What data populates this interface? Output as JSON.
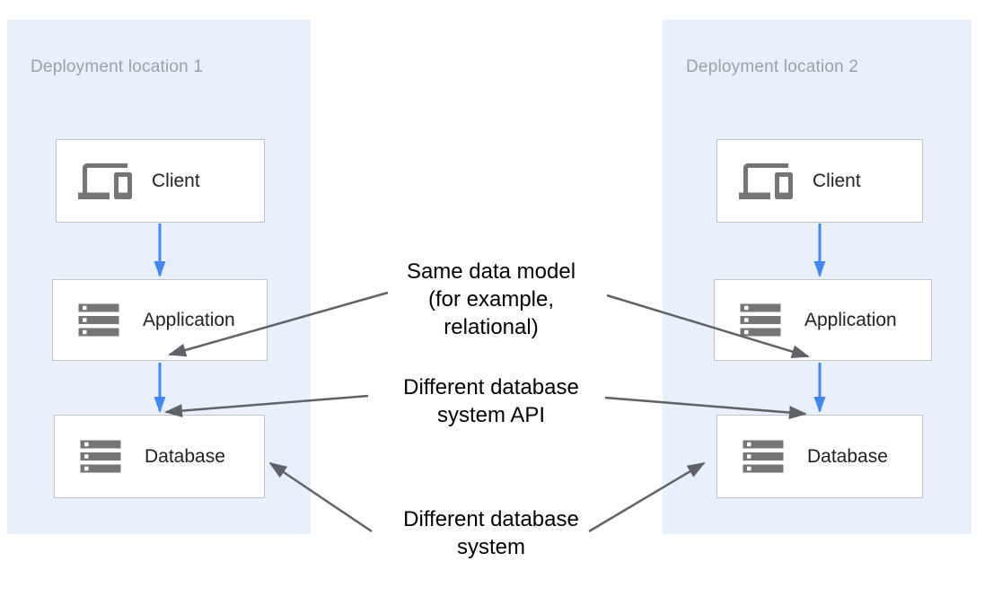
{
  "locations": [
    {
      "title": "Deployment location 1",
      "nodes": [
        {
          "label": "Client",
          "icon": "devices-icon"
        },
        {
          "label": "Application",
          "icon": "storage-icon"
        },
        {
          "label": "Database",
          "icon": "storage-icon"
        }
      ]
    },
    {
      "title": "Deployment location 2",
      "nodes": [
        {
          "label": "Client",
          "icon": "devices-icon"
        },
        {
          "label": "Application",
          "icon": "storage-icon"
        },
        {
          "label": "Database",
          "icon": "storage-icon"
        }
      ]
    }
  ],
  "annotations": [
    {
      "text": "Same data model\n(for example,\nrelational)"
    },
    {
      "text": "Different database\nsystem API"
    },
    {
      "text": "Different database\nsystem"
    }
  ],
  "connections": {
    "flow": [
      "Client → Application (location 1)",
      "Application → Database (location 1)",
      "Client → Application (location 2)",
      "Application → Database (location 2)"
    ],
    "annotation_targets": [
      "Same data model → Application (both locations)",
      "Different database system API → Database (both locations)",
      "Different database system → Database (both locations)"
    ]
  },
  "colors": {
    "container_bg": "#e8f1fb",
    "box_bg": "#ffffff",
    "box_border": "#c2c2c2",
    "flow_arrow": "#4285f4",
    "annotation_arrow": "#5f6368",
    "icon": "#757575",
    "title_text": "#9aa0a6",
    "label_text": "#212121",
    "annotation_text": "#000000"
  }
}
